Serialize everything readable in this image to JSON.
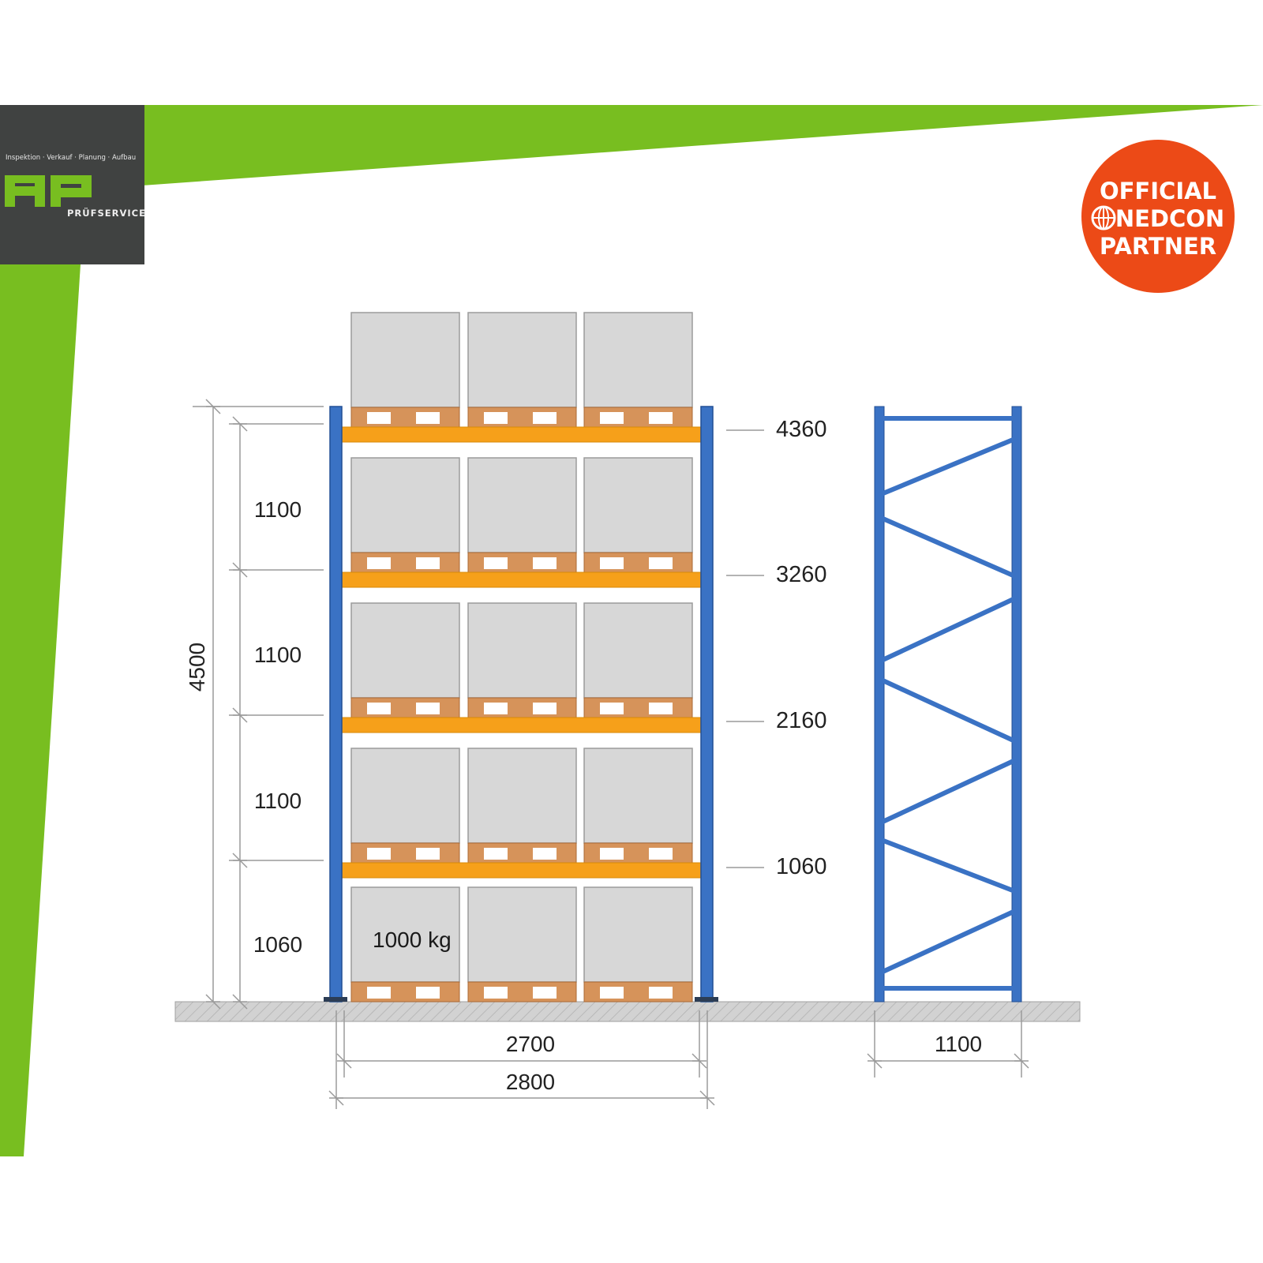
{
  "colors": {
    "brand_green": "#78be20",
    "logo_bg": "#404241",
    "upright_blue": "#3a72c4",
    "beam_orange": "#f6a01a",
    "pallet_wood": "#d6935a",
    "load_grey": "#d7d7d7",
    "floor_grey": "#d2d2d2",
    "badge_orange": "#ec4a17",
    "dim_line": "#9a9a9a"
  },
  "logo": {
    "tagline": "Inspektion · Verkauf · Planung · Aufbau",
    "mark": "AP",
    "subtitle": "PRÜFSERVICE"
  },
  "badge": {
    "line1": "OFFICIAL",
    "line2": "NEDCON",
    "line3": "PARTNER",
    "icon": "globe-icon"
  },
  "rack": {
    "beam_levels": [
      "4360",
      "3260",
      "2160",
      "1060"
    ],
    "level_gaps": [
      "1100",
      "1100",
      "1100",
      "1060"
    ],
    "total_height": "4500",
    "beam_length": "2700",
    "bay_width": "2800",
    "frame_depth": "1100",
    "load_label": "1000 kg",
    "pallets_per_level": 3
  }
}
